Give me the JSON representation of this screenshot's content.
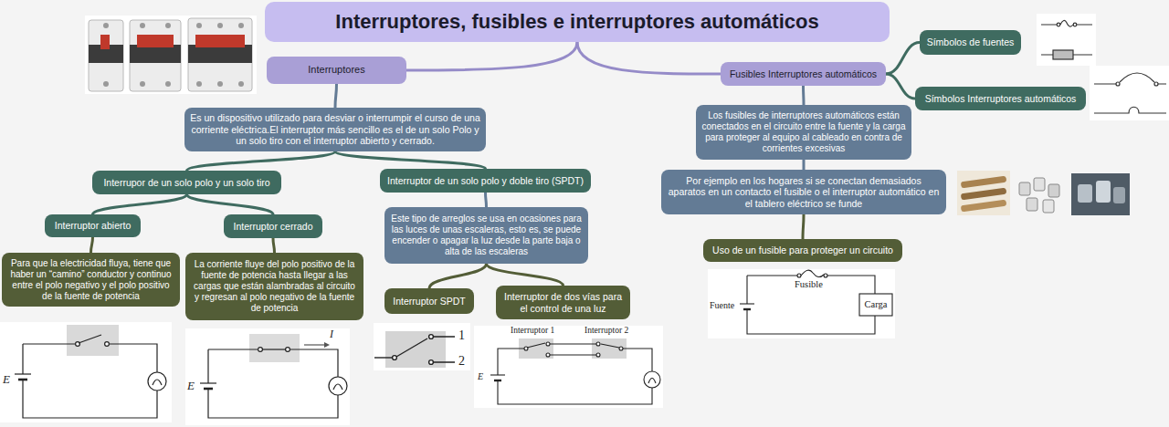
{
  "diagram": {
    "nodes": [
      {
        "text": [
          "Interruptores, fusibles e interruptores automáticos"
        ]
      },
      {
        "text": [
          "Interruptores"
        ]
      },
      {
        "text": [
          "Es un dispositivo utilizado para desviar o interrumpir el curso de una corriente eléctrica.El interruptor más sencillo es el de un solo Polo y un solo tiro con el interruptor abierto y cerrado."
        ]
      },
      {
        "text": [
          "Interrupor de un solo polo y un solo tiro"
        ]
      },
      {
        "text": [
          "Interruptor abierto"
        ]
      },
      {
        "text": [
          "Interruptor cerrado"
        ]
      },
      {
        "text": [
          "Para que la electricidad fluya, tiene que haber un “camino” conductor y continuo entre el polo negativo y el polo positivo de la fuente de potencia"
        ]
      },
      {
        "text": [
          "La corriente fluye del polo positivo de la fuente de potencia hasta llegar a las cargas que están alambradas al circuito y regresan al polo negativo de la fuente de potencia"
        ]
      },
      {
        "text": [
          "Interruptor de un solo polo y doble tiro (SPDT)"
        ]
      },
      {
        "text": [
          "Este tipo de arreglos se usa en ocasiones para las luces de unas escaleras, esto es, se puede encender o apagar la luz desde la parte baja o alta de las escaleras"
        ]
      },
      {
        "text": [
          "Interruptor SPDT"
        ]
      },
      {
        "text": [
          "Interruptor de dos vías para el control de una luz"
        ]
      },
      {
        "text": [
          "Fusibles Interruptores automáticos"
        ]
      },
      {
        "text": [
          "Símbolos de fuentes"
        ]
      },
      {
        "text": [
          "Símbolos Interruptores automáticos"
        ]
      },
      {
        "text": [
          "Los fusibles de interruptores automáticos están conectados en el circuito entre la fuente y la carga para proteger al equipo al cableado en contra de corrientes excesivas"
        ]
      },
      {
        "text": [
          "Por ejemplo en los hogares si se conectan demasiados aparatos en un contacto el fusible o el interruptor automático en el tablero eléctrico se funde"
        ]
      },
      {
        "text": [
          "Uso de un fusible para proteger un circuito"
        ]
      }
    ],
    "edges": [
      {
        "from": 0,
        "to": 1,
        "arrow": "none"
      },
      {
        "from": 0,
        "to": 12,
        "arrow": "none"
      },
      {
        "from": 1,
        "to": 2,
        "arrow": "none"
      },
      {
        "from": 2,
        "to": 3,
        "arrow": "none"
      },
      {
        "from": 2,
        "to": 8,
        "arrow": "none"
      },
      {
        "from": 3,
        "to": 4,
        "arrow": "none"
      },
      {
        "from": 3,
        "to": 5,
        "arrow": "none"
      },
      {
        "from": 4,
        "to": 6,
        "arrow": "none"
      },
      {
        "from": 5,
        "to": 7,
        "arrow": "none"
      },
      {
        "from": 8,
        "to": 9,
        "arrow": "none"
      },
      {
        "from": 9,
        "to": 10,
        "arrow": "none"
      },
      {
        "from": 9,
        "to": 11,
        "arrow": "none"
      },
      {
        "from": 12,
        "to": 13,
        "arrow": "none"
      },
      {
        "from": 12,
        "to": 14,
        "arrow": "none"
      },
      {
        "from": 12,
        "to": 15,
        "arrow": "none"
      },
      {
        "from": 15,
        "to": 16,
        "arrow": "none"
      },
      {
        "from": 16,
        "to": 17,
        "arrow": "none"
      }
    ],
    "labels": [
      "E",
      "E",
      "I",
      "1",
      "2",
      "Interruptor 1",
      "Interruptor 2",
      "E",
      "Fusible",
      "Fuente",
      "Carga"
    ]
  }
}
